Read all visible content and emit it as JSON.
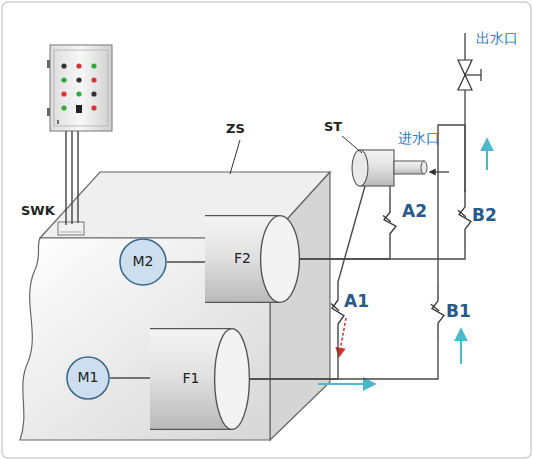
{
  "diagram": {
    "nodes": [
      {
        "text": [
          "ZS"
        ]
      },
      {
        "text": [
          "SWK"
        ],
        "in": 0
      },
      {
        "text": [
          "M2"
        ],
        "in": 0
      },
      {
        "text": [
          "F2"
        ],
        "in": 0
      },
      {
        "text": [
          "M1"
        ],
        "in": 0
      },
      {
        "text": [
          "F1"
        ],
        "in": 0
      },
      {
        "text": [
          "ST"
        ]
      },
      {
        "text": [
          "A2"
        ]
      },
      {
        "text": [
          "B2"
        ]
      },
      {
        "text": [
          "A1"
        ]
      },
      {
        "text": [
          "B1"
        ]
      }
    ],
    "edges": [
      {
        "from": 2,
        "to": 3,
        "arrow": "none"
      },
      {
        "from": 4,
        "to": 5,
        "arrow": "none"
      },
      {
        "from": 3,
        "to": 8,
        "arrow": "none"
      },
      {
        "from": 5,
        "to": 10,
        "arrow": "none"
      },
      {
        "from": 6,
        "to": 7,
        "arrow": "none"
      },
      {
        "from": 6,
        "to": 9,
        "arrow": "none"
      },
      {
        "from": 7,
        "to": 3,
        "arrow": "none"
      },
      {
        "from": 9,
        "to": 5,
        "arrow": "none"
      },
      {
        "from": 10,
        "to": 8,
        "arrow": "none"
      }
    ],
    "labels": [
      "进水口",
      "出水口"
    ]
  }
}
